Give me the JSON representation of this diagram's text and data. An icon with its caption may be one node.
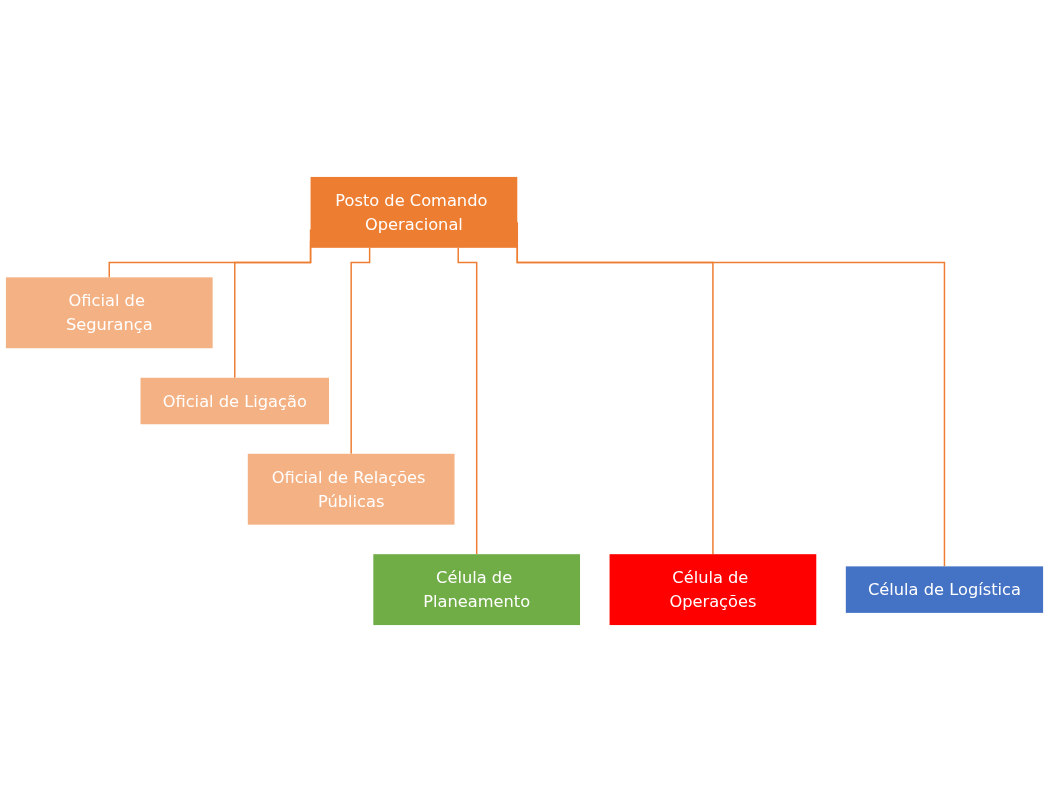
{
  "diagram": {
    "nodes": [
      {
        "text": [
          "Posto de Comando Operacional"
        ]
      },
      {
        "text": [
          "Oficial de Segurança"
        ]
      },
      {
        "text": [
          "Oficial de Ligação"
        ]
      },
      {
        "text": [
          "Oficial de Relações Públicas"
        ]
      },
      {
        "text": [
          "Célula de Planeamento"
        ]
      },
      {
        "text": [
          "Célula de Operações"
        ]
      },
      {
        "text": [
          "Célula de Logística"
        ]
      }
    ],
    "edges": [
      {
        "from": 0,
        "to": 1,
        "arrow": "none"
      },
      {
        "from": 0,
        "to": 2,
        "arrow": "none"
      },
      {
        "from": 0,
        "to": 3,
        "arrow": "none"
      },
      {
        "from": 0,
        "to": 4,
        "arrow": "none"
      },
      {
        "from": 0,
        "to": 5,
        "arrow": "none"
      },
      {
        "from": 0,
        "to": 6,
        "arrow": "none"
      }
    ]
  }
}
